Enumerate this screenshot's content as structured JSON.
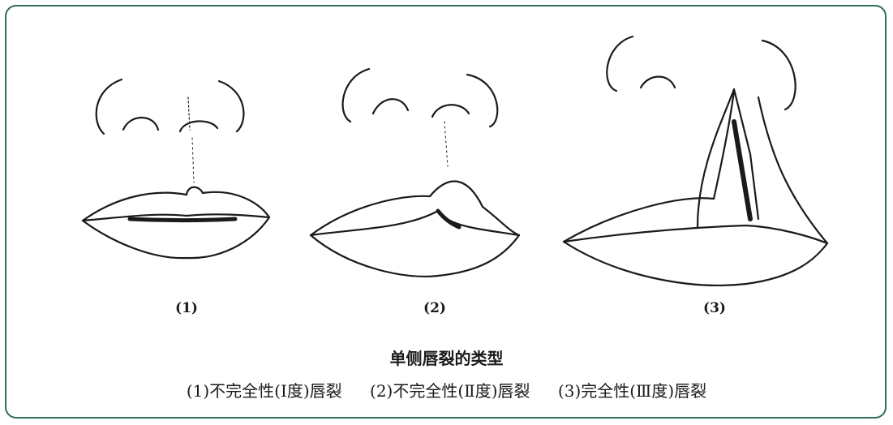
{
  "figure": {
    "border_color": "#2f6f55",
    "panels": [
      {
        "label": "(1)",
        "icon": "incomplete-cleft-lip-type-1-illustration"
      },
      {
        "label": "(2)",
        "icon": "incomplete-cleft-lip-type-2-illustration"
      },
      {
        "label": "(3)",
        "icon": "complete-cleft-lip-type-3-illustration"
      }
    ],
    "title": "单侧唇裂的类型",
    "captions": [
      "(1)不完全性(Ⅰ度)唇裂",
      "(2)不完全性(Ⅱ度)唇裂",
      "(3)完全性(Ⅲ度)唇裂"
    ]
  }
}
